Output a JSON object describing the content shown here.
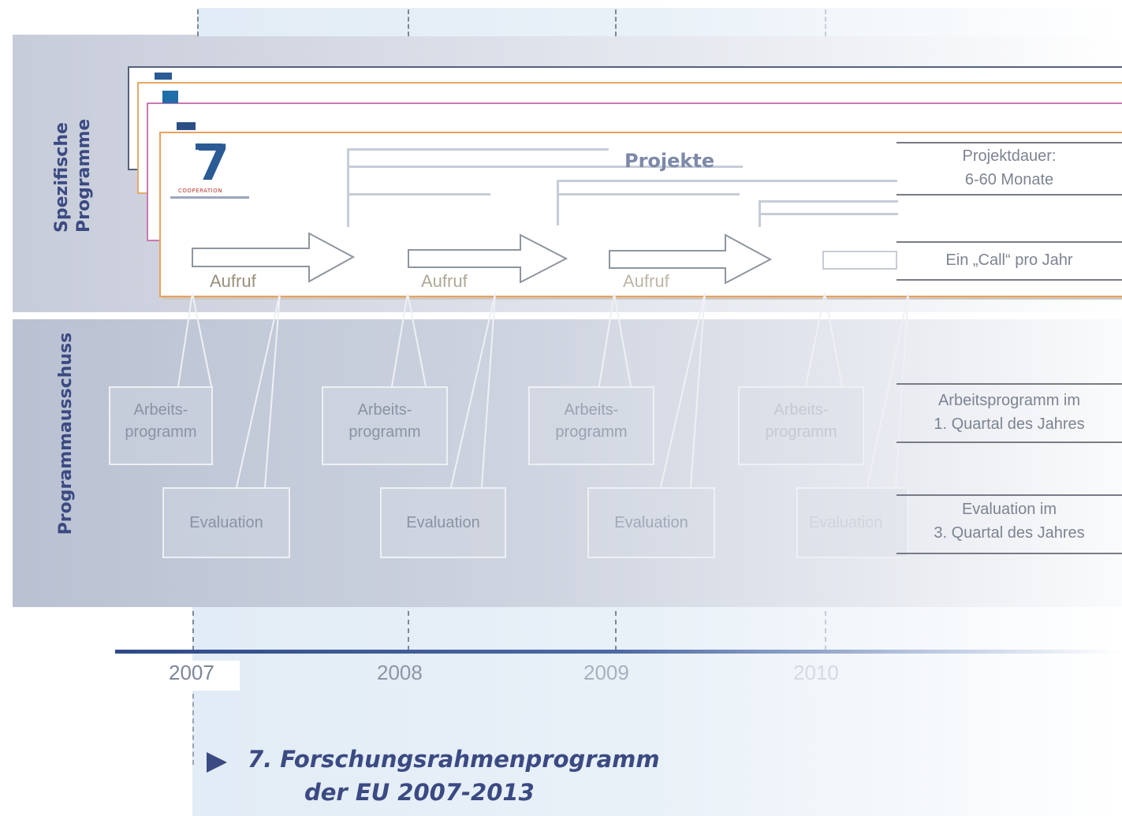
{
  "side_labels": {
    "top_line1": "Spezifische",
    "top_line2": "Programme",
    "bottom": "Programmausschuss"
  },
  "logo": {
    "numeral": "7",
    "caption": "COOPERATION"
  },
  "projects": {
    "title": "Projekte"
  },
  "calls": [
    "Aufruf",
    "Aufruf",
    "Aufruf"
  ],
  "work_programmes": [
    {
      "line1": "Arbeits-",
      "line2": "programm"
    },
    {
      "line1": "Arbeits-",
      "line2": "programm"
    },
    {
      "line1": "Arbeits-",
      "line2": "programm"
    },
    {
      "line1": "Arbeits-",
      "line2": "programm"
    }
  ],
  "evaluations": [
    "Evaluation",
    "Evaluation",
    "Evaluation",
    "Evaluation"
  ],
  "right_notes": {
    "duration_line1": "Projektdauer:",
    "duration_line2": "6-60 Monate",
    "call": "Ein „Call“ pro Jahr",
    "wp_line1": "Arbeitsprogramm im",
    "wp_line2": "1. Quartal des Jahres",
    "eval_line1": "Evaluation im",
    "eval_line2": "3. Quartal des Jahres"
  },
  "years": [
    "2007",
    "2008",
    "2009",
    "2010"
  ],
  "footer": {
    "line1": "7. Forschungsrahmenprogramm",
    "line2": "der EU 2007-2013"
  },
  "colors": {
    "accent_blue": "#3b4a82",
    "card_orange": "#e8a25d",
    "axis": "#2f4a88"
  }
}
